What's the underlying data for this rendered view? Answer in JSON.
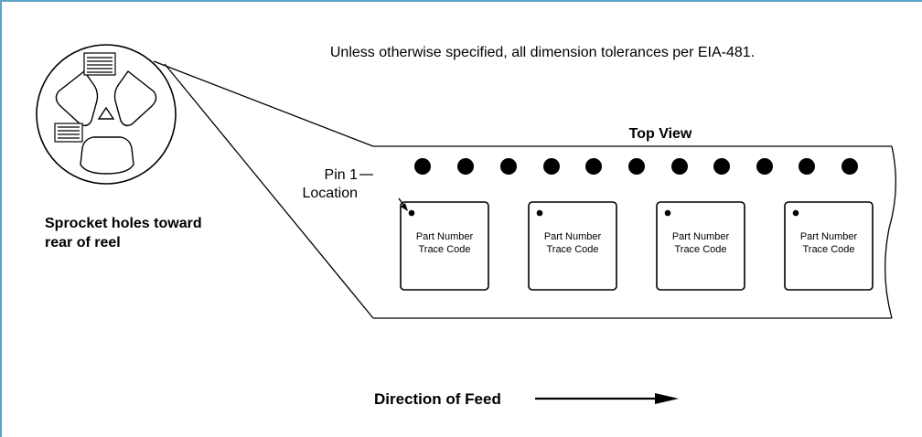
{
  "note": "Unless otherwise specified, all dimension tolerances per EIA-481.",
  "top_view_label": "Top View",
  "pin_label_line1": "Pin 1",
  "pin_label_line2": "Location",
  "sprocket_line1": "Sprocket holes toward",
  "sprocket_line2": "rear of reel",
  "feed_label": "Direction of Feed",
  "parts": [
    {
      "line1": "Part Number",
      "line2": "Trace Code"
    },
    {
      "line1": "Part Number",
      "line2": "Trace Code"
    },
    {
      "line1": "Part Number",
      "line2": "Trace Code"
    },
    {
      "line1": "Part Number",
      "line2": "Trace Code"
    }
  ]
}
